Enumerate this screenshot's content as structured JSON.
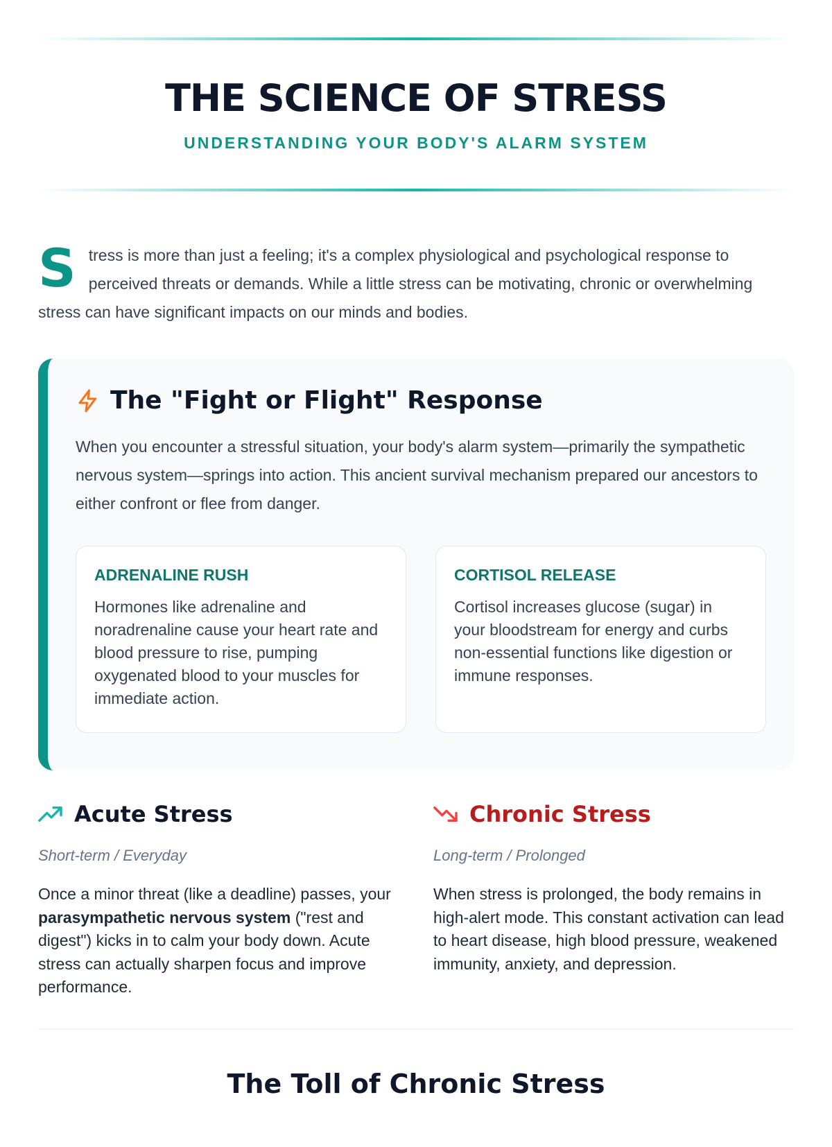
{
  "header": {
    "title": "THE SCIENCE OF STRESS",
    "subtitle": "UNDERSTANDING YOUR BODY'S ALARM SYSTEM"
  },
  "intro": {
    "drop_cap": "S",
    "text": "tress is more than just a feeling; it's a complex physiological and psychological response to perceived threats or demands. While a little stress can be motivating, chronic or overwhelming stress can have significant impacts on our minds and bodies."
  },
  "fight": {
    "icon": "lightning-icon",
    "title": "The \"Fight or Flight\" Response",
    "text": "When you encounter a stressful situation, your body's alarm system—primarily the sympathetic nervous system—springs into action. This ancient survival mechanism prepared our ancestors to either confront or flee from danger.",
    "boxes": [
      {
        "title": "ADRENALINE RUSH",
        "text": "Hormones like adrenaline and noradrenaline cause your heart rate and blood pressure to rise, pumping oxygenated blood to your muscles for immediate action."
      },
      {
        "title": "CORTISOL RELEASE",
        "text": "Cortisol increases glucose (sugar) in your bloodstream for energy and curbs non-essential functions like digestion or immune responses."
      }
    ]
  },
  "acute": {
    "icon": "trend-up-icon",
    "title": "Acute Stress",
    "tag": "Short-term / Everyday",
    "text_a": "Once a minor threat (like a deadline) passes, your ",
    "bold": "parasympathetic nervous system",
    "text_b": " (\"rest and digest\") kicks in to calm your body down. Acute stress can actually sharpen focus and improve performance."
  },
  "chronic": {
    "icon": "trend-down-icon",
    "title": "Chronic Stress",
    "tag": "Long-term / Prolonged",
    "text": "When stress is prolonged, the body remains in high-alert mode. This constant activation can lead to heart disease, high blood pressure, weakened immunity, anxiety, and depression."
  },
  "toll": {
    "title": "The Toll of Chronic Stress"
  },
  "colors": {
    "accent": "#0d9488",
    "warning": "#f97316",
    "danger": "#b91c1c"
  }
}
